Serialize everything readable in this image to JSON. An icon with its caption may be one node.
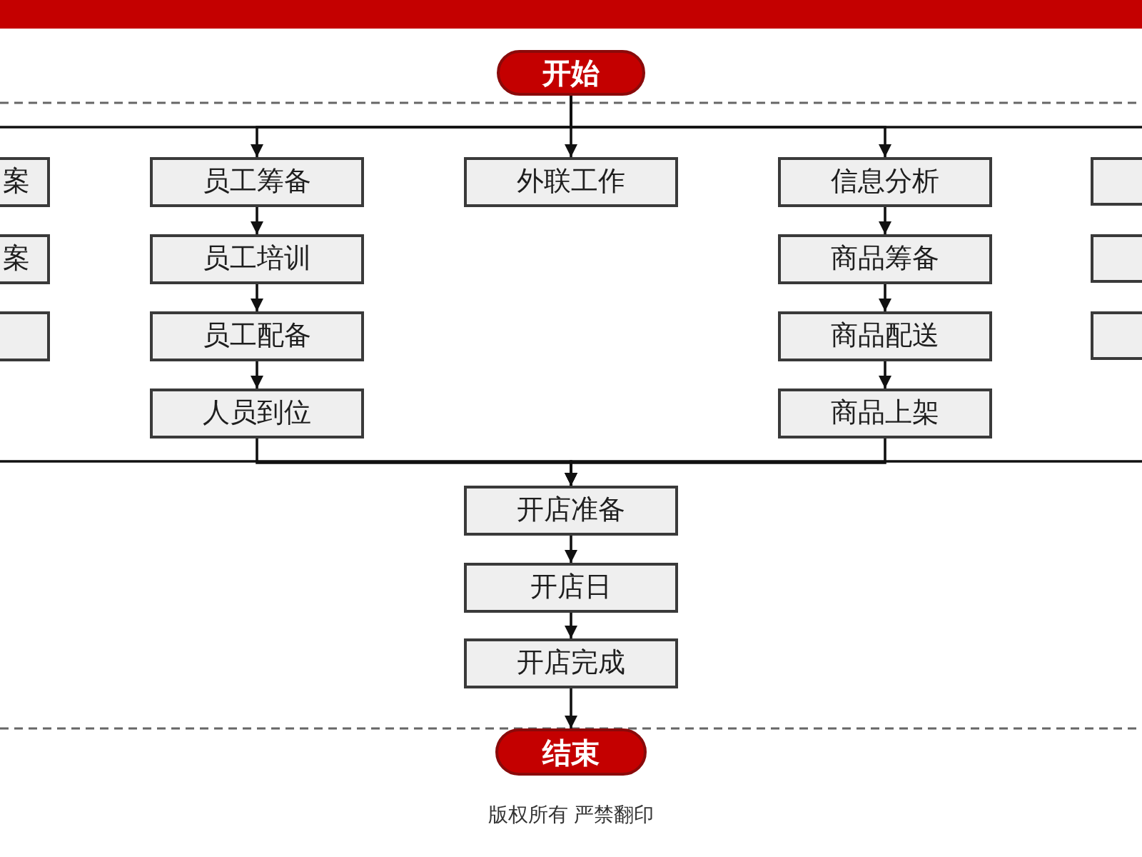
{
  "diagram": {
    "nodes": [
      {
        "text": [
          "开始"
        ]
      },
      {
        "text": [
          "案"
        ]
      },
      {
        "text": [
          "员工筹备"
        ]
      },
      {
        "text": [
          "外联工作"
        ]
      },
      {
        "text": [
          "信息分析"
        ]
      },
      {
        "text": [],
        "shape": "box"
      },
      {
        "text": [
          "案"
        ]
      },
      {
        "text": [
          "员工培训"
        ]
      },
      {
        "text": [
          "商品筹备"
        ]
      },
      {
        "text": [],
        "shape": "box"
      },
      {
        "text": [],
        "shape": "box"
      },
      {
        "text": [
          "员工配备"
        ]
      },
      {
        "text": [
          "商品配送"
        ]
      },
      {
        "text": [],
        "shape": "box"
      },
      {
        "text": [
          "人员到位"
        ]
      },
      {
        "text": [
          "商品上架"
        ]
      },
      {
        "text": [
          "开店准备"
        ]
      },
      {
        "text": [
          "开店日"
        ]
      },
      {
        "text": [
          "开店完成"
        ]
      },
      {
        "text": [
          "结束"
        ]
      }
    ],
    "edges": [
      {
        "from": 0,
        "to": 3,
        "arrow": "to"
      },
      {
        "from": 0,
        "to": 2,
        "arrow": "to"
      },
      {
        "from": 0,
        "to": 4,
        "arrow": "to"
      },
      {
        "from": 0,
        "to": null,
        "arrow": "none"
      },
      {
        "from": 0,
        "to": null,
        "arrow": "none"
      },
      {
        "from": 2,
        "to": 7,
        "arrow": "to"
      },
      {
        "from": 7,
        "to": 11,
        "arrow": "to"
      },
      {
        "from": 11,
        "to": 14,
        "arrow": "to"
      },
      {
        "from": 4,
        "to": 8,
        "arrow": "to"
      },
      {
        "from": 8,
        "to": 12,
        "arrow": "to"
      },
      {
        "from": 12,
        "to": 15,
        "arrow": "to"
      },
      {
        "from": 14,
        "to": 16,
        "arrow": "to"
      },
      {
        "from": 15,
        "to": 16,
        "arrow": "to"
      },
      {
        "from": null,
        "to": 16,
        "arrow": "to"
      },
      {
        "from": null,
        "to": 16,
        "arrow": "to"
      },
      {
        "from": 16,
        "to": 17,
        "arrow": "to"
      },
      {
        "from": 17,
        "to": 18,
        "arrow": "to"
      },
      {
        "from": 18,
        "to": 19,
        "arrow": "to"
      }
    ],
    "labels": [
      "版权所有 严禁翻印"
    ]
  }
}
